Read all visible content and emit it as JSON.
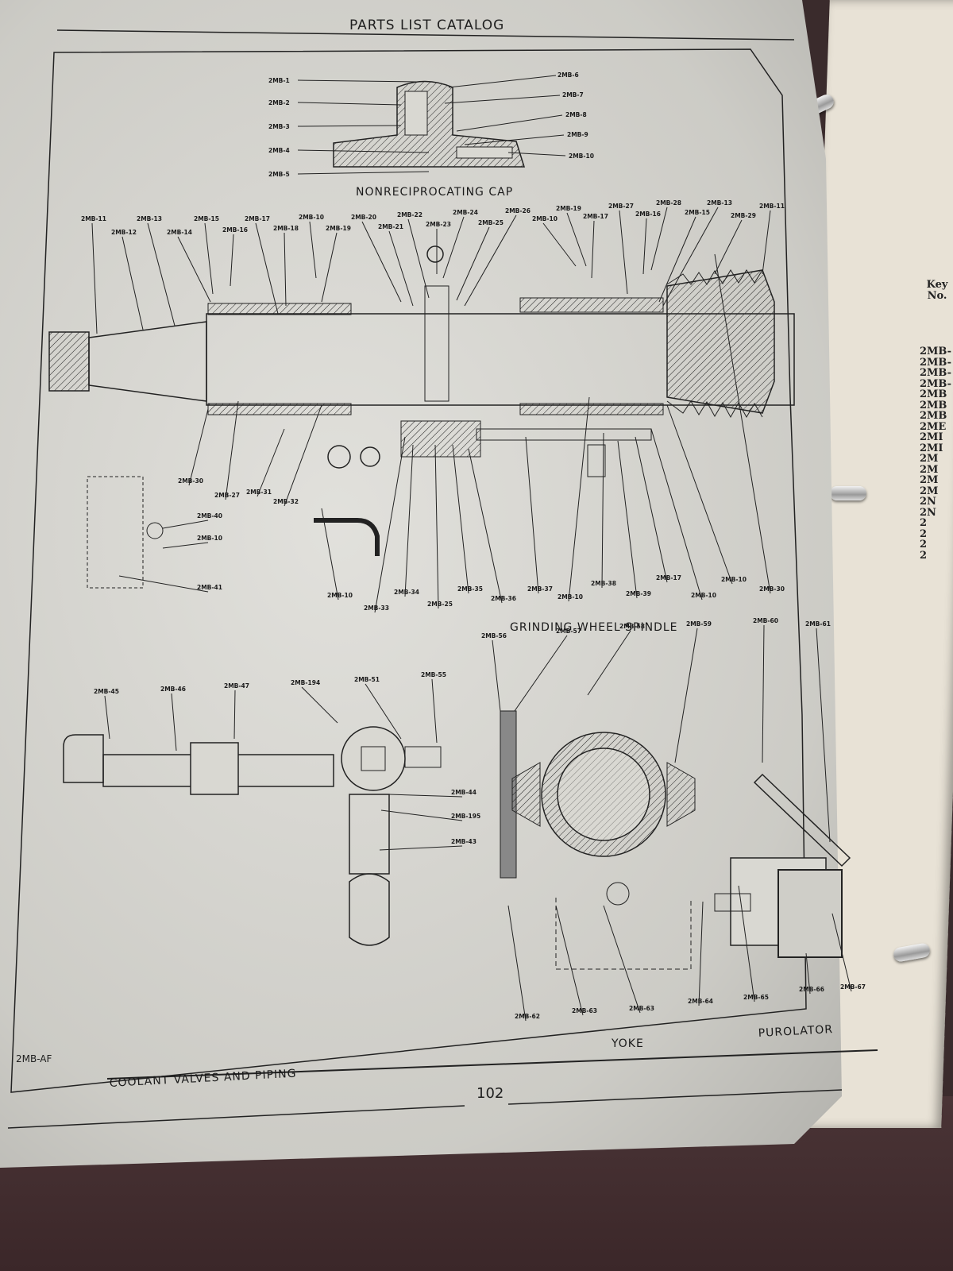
{
  "header": {
    "title": "PARTS LIST CATALOG"
  },
  "footer": {
    "page_number": "102",
    "plate_code": "2MB-AF"
  },
  "sections": {
    "cap": "NONRECIPROCATING CAP",
    "spindle": "GRINDING WHEEL SPINDLE",
    "coolant": "COOLANT VALVES AND PIPING",
    "yoke": "YOKE",
    "purolator": "PUROLATOR"
  },
  "callouts": {
    "cap": [
      "2MB-1",
      "2MB-2",
      "2MB-3",
      "2MB-4",
      "2MB-5",
      "2MB-6",
      "2MB-7",
      "2MB-8",
      "2MB-9",
      "2MB-10"
    ],
    "spindle_top": [
      "2MB-11",
      "2MB-12",
      "2MB-13",
      "2MB-14",
      "2MB-15",
      "2MB-16",
      "2MB-17",
      "2MB-18",
      "2MB-10",
      "2MB-19",
      "2MB-20",
      "2MB-21",
      "2MB-22",
      "2MB-23",
      "2MB-24",
      "2MB-25",
      "2MB-26",
      "2MB-10",
      "2MB-19",
      "2MB-17",
      "2MB-27",
      "2MB-16",
      "2MB-28",
      "2MB-15",
      "2MB-13",
      "2MB-29",
      "2MB-11"
    ],
    "spindle_bottom": [
      "2MB-30",
      "2MB-31",
      "2MB-27",
      "2MB-32",
      "2MB-40",
      "2MB-10",
      "2MB-41",
      "2MB-10",
      "2MB-33",
      "2MB-34",
      "2MB-25",
      "2MB-35",
      "2MB-36",
      "2MB-37",
      "2MB-10",
      "2MB-38",
      "2MB-39",
      "2MB-17",
      "2MB-10",
      "2MB-10",
      "2MB-30"
    ],
    "coolant": [
      "2MB-45",
      "2MB-46",
      "2MB-47",
      "2MB-194",
      "2MB-51",
      "2MB-55",
      "2MB-44",
      "2MB-195",
      "2MB-43"
    ],
    "yoke": [
      "2MB-56",
      "2MB-57",
      "2MB-58",
      "2MB-59",
      "2MB-60",
      "2MB-61",
      "2MB-62",
      "2MB-63",
      "2MB-63"
    ],
    "purolator": [
      "2MB-64",
      "2MB-65",
      "2MB-66",
      "2MB-67"
    ]
  },
  "next_page": {
    "header": "Key No.",
    "codes": [
      "2MB-",
      "2MB-",
      "2MB-",
      "2MB-",
      "2MB",
      "2MB",
      "2MB",
      "2ME",
      "2MI",
      "2MI",
      "2M",
      "2M",
      "2M",
      "2M",
      "2N",
      "2N",
      "2",
      "2",
      "2",
      "2"
    ]
  }
}
